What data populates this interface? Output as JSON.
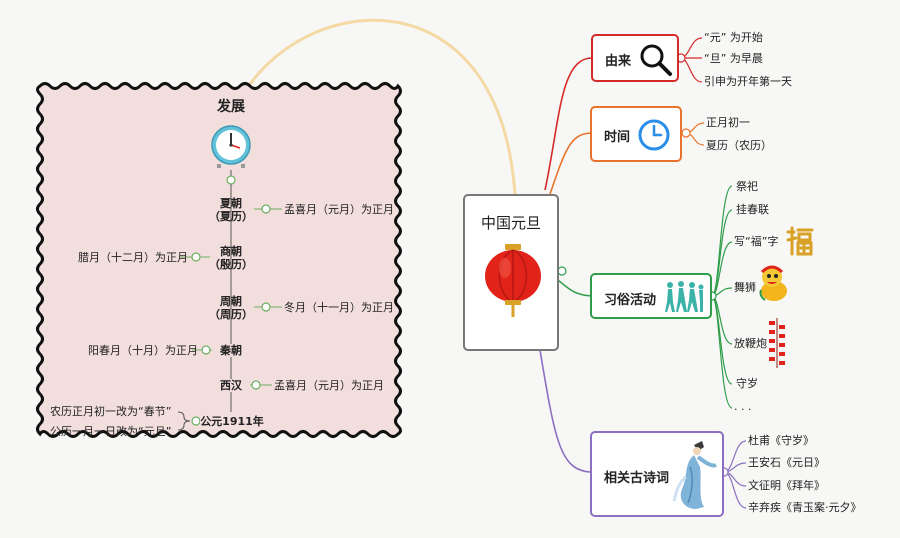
{
  "center": {
    "title": "中国元旦",
    "icon": "red-lantern-icon"
  },
  "branches": {
    "origin": {
      "label": "由来",
      "icon": "magnifier-icon",
      "color": "#d42a2a",
      "items": [
        "“元” 为开始",
        "“旦” 为早晨",
        "引申为开年第一天"
      ]
    },
    "time": {
      "label": "时间",
      "icon": "clock-icon",
      "color": "#e9732a",
      "items": [
        "正月初一",
        "夏历（农历）"
      ]
    },
    "customs": {
      "label": "习俗活动",
      "icon": "dancers-icon",
      "color": "#2f9e4a",
      "items": [
        "祭祀",
        "挂春联",
        "写“福”字",
        "舞狮",
        "放鞭炮",
        "守岁",
        "· · ·"
      ],
      "item_icons": [
        "fu-character-icon",
        "lion-dance-icon",
        "firecracker-icon"
      ]
    },
    "poems": {
      "label": "相关古诗词",
      "icon": "ancient-poet-icon",
      "color": "#8c6fc2",
      "items": [
        "杜甫《守岁》",
        "王安石《元日》",
        "文征明《拜年》",
        "辛弃疾《青玉案·元夕》"
      ]
    }
  },
  "development": {
    "title": "发展",
    "icon": "clock-icon",
    "dynasties": [
      {
        "name": "夏朝\n（夏历）",
        "note": "孟喜月（元月）为正月",
        "side": "right"
      },
      {
        "name": "商朝\n（殷历）",
        "note": "腊月（十二月）为正月",
        "side": "left"
      },
      {
        "name": "周朝\n（周历）",
        "note": "冬月（十一月）为正月",
        "side": "right"
      },
      {
        "name": "秦朝",
        "note": "阳春月（十月）为正月",
        "side": "left"
      },
      {
        "name": "西汉",
        "note": "孟喜月（元月）为正月",
        "side": "right"
      },
      {
        "name": "公元1911年",
        "notes": [
          "农历正月初一改为“春节”",
          "公历一月一日改为“元旦”"
        ],
        "side": "left"
      }
    ]
  },
  "colors": {
    "frame_fill": "#f3dede",
    "frame_border": "#111111",
    "link": "#f5d9a4",
    "timeline": "#555555"
  }
}
